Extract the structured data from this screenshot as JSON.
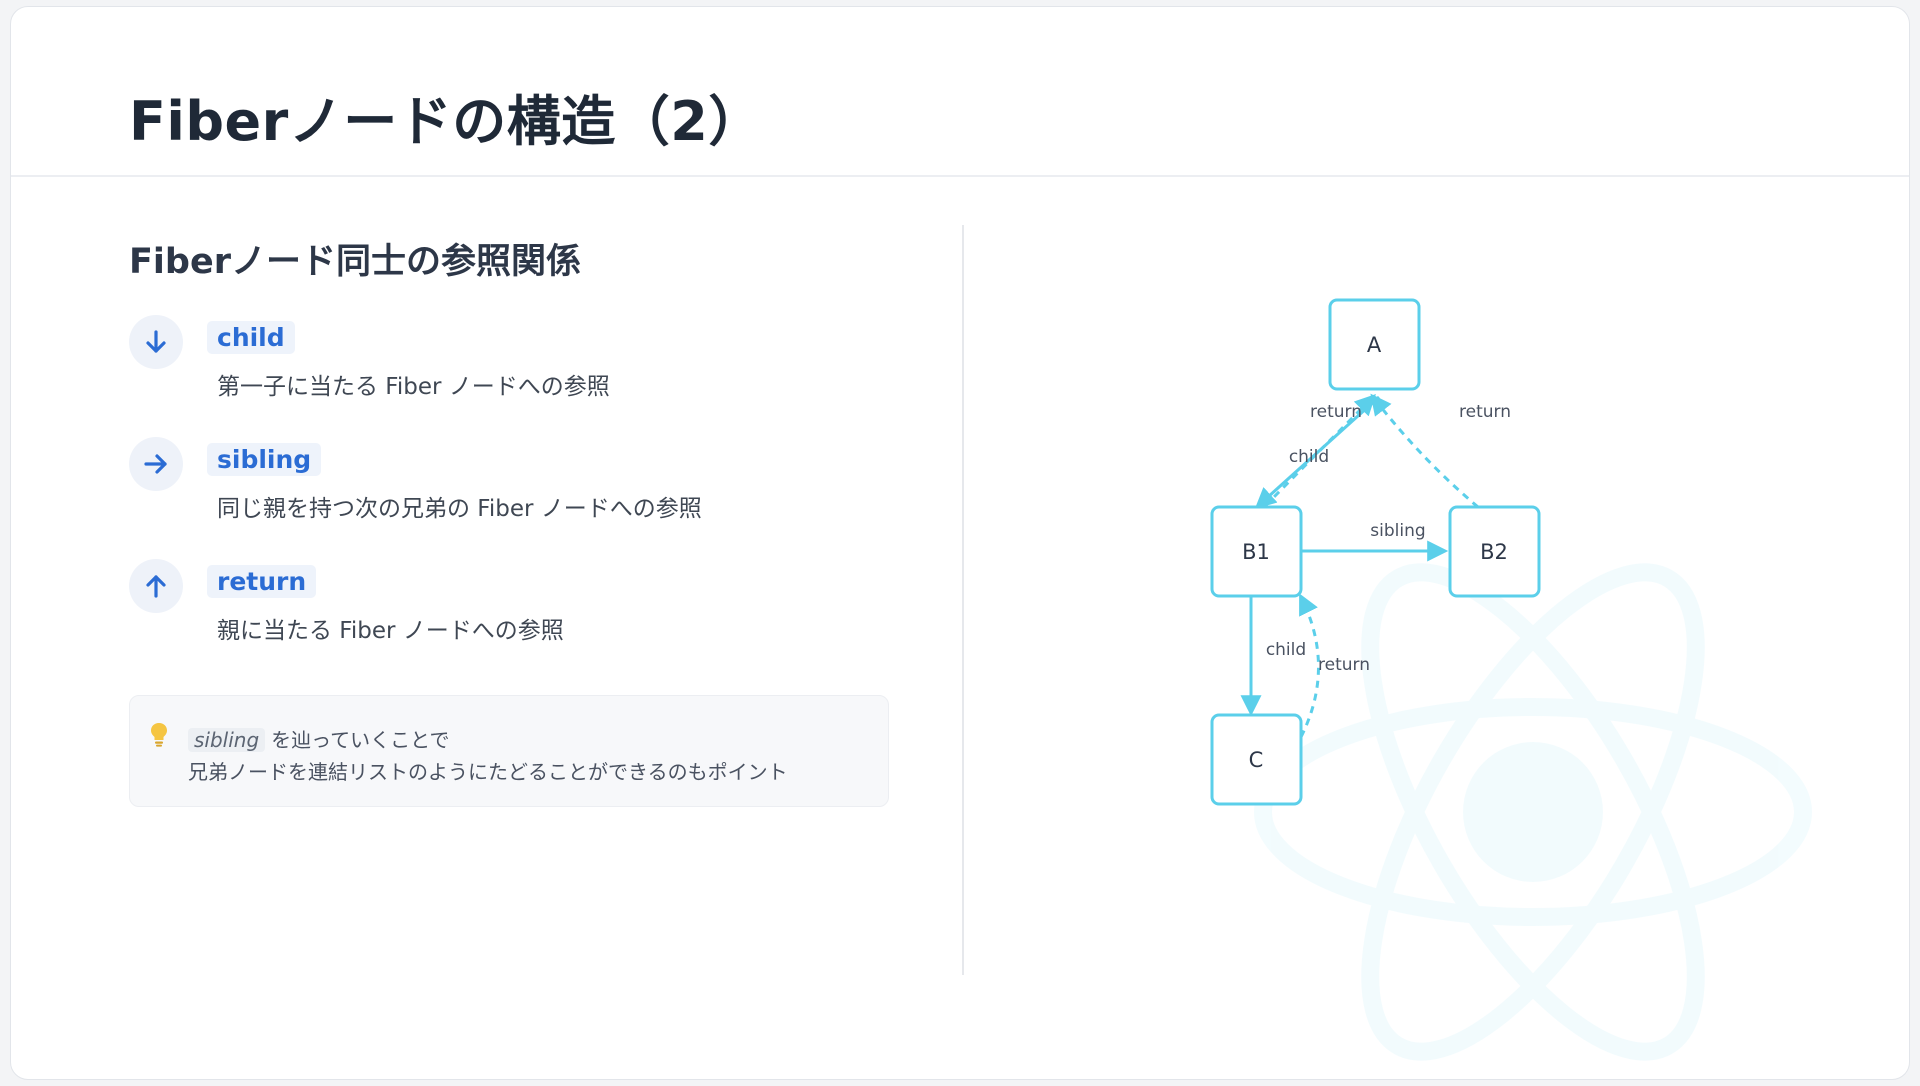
{
  "title": "Fiberノードの構造（2）",
  "section": {
    "title": "Fiberノード同士の参照関係"
  },
  "references": [
    {
      "icon": "arrow-down-icon",
      "name": "child",
      "description": "第一子に当たる Fiber ノードへの参照"
    },
    {
      "icon": "arrow-right-icon",
      "name": "sibling",
      "description": "同じ親を持つ次の兄弟の Fiber ノードへの参照"
    },
    {
      "icon": "arrow-up-icon",
      "name": "return",
      "description": "親に当たる Fiber ノードへの参照"
    }
  ],
  "tip": {
    "icon": "lightbulb-icon",
    "code": "sibling",
    "line1_rest": "を辿っていくことで",
    "line2": "兄弟ノードを連結リストのようにたどることができるのもポイント"
  },
  "diagram": {
    "nodes": {
      "a": "A",
      "b1": "B1",
      "b2": "B2",
      "c": "C"
    },
    "edges": {
      "a_b1_return": "return",
      "a_b1_child": "child",
      "b2_a_return": "return",
      "b1_b2_sibling": "sibling",
      "b1_c_child": "child",
      "c_b1_return": "return"
    }
  },
  "colors": {
    "accent_blue": "#2b6cd4",
    "diagram_cyan": "#5bcfea",
    "title_dark": "#1f2937",
    "tip_bulb": "#f5c542"
  }
}
